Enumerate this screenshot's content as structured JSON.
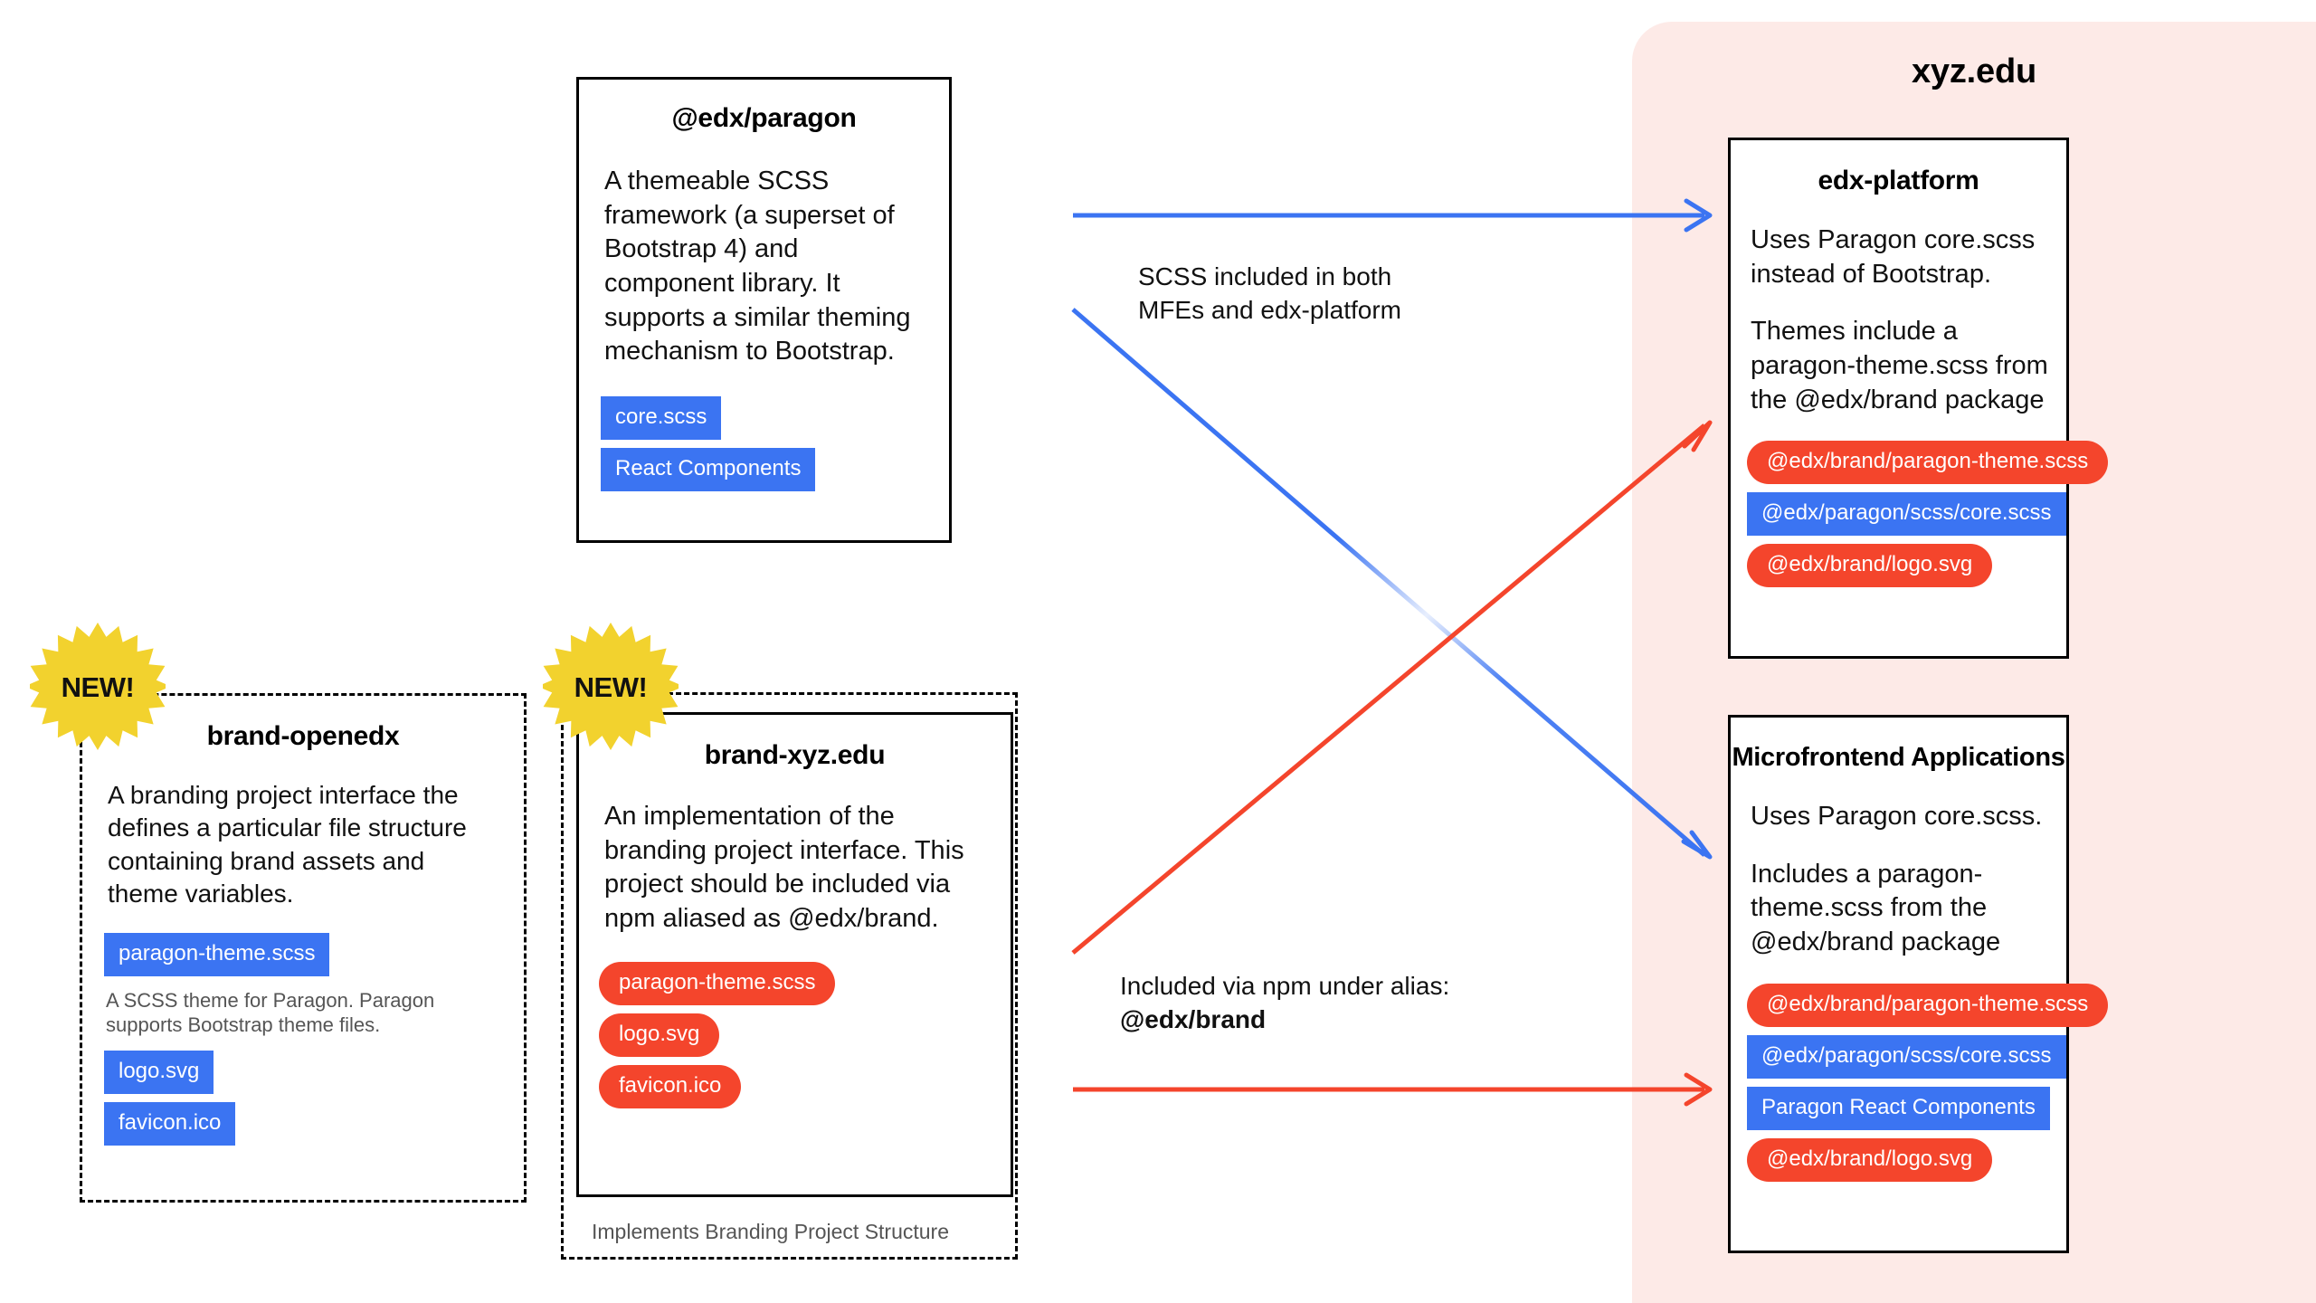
{
  "colors": {
    "blue": "#3B74F2",
    "red": "#F4452C",
    "yellow": "#F2D22E",
    "pink_panel": "#FDEAE7",
    "ink": "#111111"
  },
  "paragon_box": {
    "title": "@edx/paragon",
    "body": "A themeable SCSS framework (a superset of Bootstrap 4) and component library. It supports a similar theming mechanism to Bootstrap.",
    "tags": [
      {
        "label": "core.scss",
        "style": "blue"
      },
      {
        "label": "React Components",
        "style": "blue"
      }
    ]
  },
  "brand_openedx_box": {
    "badge": "NEW!",
    "title": "brand-openedx",
    "body": "A branding project interface the defines a particular file structure containing brand assets and theme variables.",
    "tags_top": [
      {
        "label": "paragon-theme.scss",
        "style": "blue"
      }
    ],
    "note": "A SCSS theme for Paragon. Paragon supports Bootstrap theme files.",
    "tags_bottom": [
      {
        "label": "logo.svg",
        "style": "blue"
      },
      {
        "label": "favicon.ico",
        "style": "blue"
      }
    ]
  },
  "brand_xyz_box": {
    "badge": "NEW!",
    "title": "brand-xyz.edu",
    "body": "An implementation of the branding project interface. This project should be included via npm aliased as @edx/brand.",
    "tags": [
      {
        "label": "paragon-theme.scss",
        "style": "red"
      },
      {
        "label": "logo.svg",
        "style": "red"
      },
      {
        "label": "favicon.ico",
        "style": "red"
      }
    ],
    "footer_note": "Implements Branding Project Structure"
  },
  "xyz_panel": {
    "title": "xyz.edu",
    "edx_platform": {
      "title": "edx-platform",
      "paragraphs": [
        "Uses Paragon core.scss instead of Bootstrap.",
        "Themes include a paragon-theme.scss from the @edx/brand package"
      ],
      "tags": [
        {
          "label": "@edx/brand/paragon-theme.scss",
          "style": "red"
        },
        {
          "label": "@edx/paragon/scss/core.scss",
          "style": "blue"
        },
        {
          "label": "@edx/brand/logo.svg",
          "style": "red"
        }
      ]
    },
    "microfrontends": {
      "title": "Microfrontend Applications",
      "paragraphs": [
        "Uses Paragon core.scss.",
        "Includes a paragon-theme.scss from the @edx/brand package"
      ],
      "tags": [
        {
          "label": "@edx/brand/paragon-theme.scss",
          "style": "red"
        },
        {
          "label": "@edx/paragon/scss/core.scss",
          "style": "blue"
        },
        {
          "label": "Paragon React Components",
          "style": "blue"
        },
        {
          "label": "@edx/brand/logo.svg",
          "style": "red"
        }
      ]
    }
  },
  "arrows": {
    "scss_label_line1": "SCSS included in both",
    "scss_label_line2": "MFEs and edx-platform",
    "npm_label_line1": "Included via npm under alias:",
    "npm_label_line2": "@edx/brand"
  }
}
